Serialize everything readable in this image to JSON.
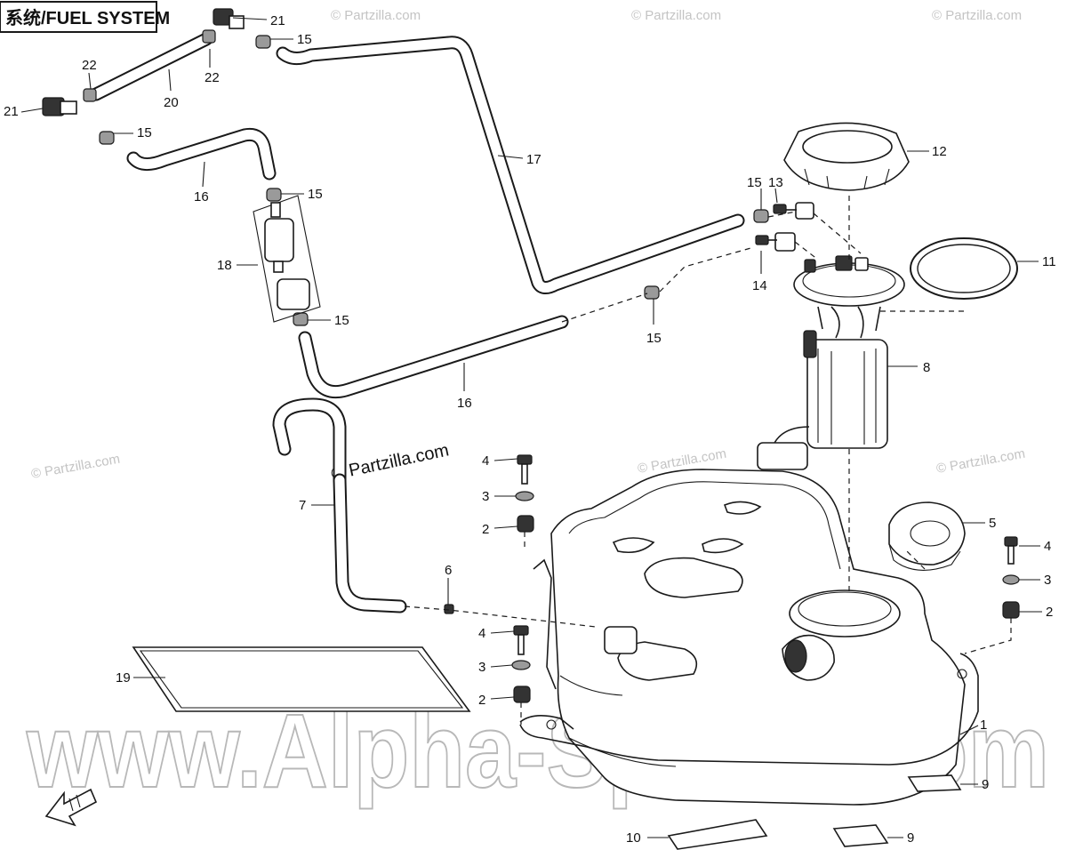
{
  "header": {
    "title": "系统/FUEL SYSTEM"
  },
  "watermarks": {
    "partzilla": "© Partzilla.com",
    "partzilla_center": "© Partzilla.com",
    "alpha_sports": "www.Alpha-Sports.com"
  },
  "callouts": [
    {
      "id": "c21a",
      "label": "21"
    },
    {
      "id": "c15a",
      "label": "15"
    },
    {
      "id": "c22a",
      "label": "22"
    },
    {
      "id": "c22b",
      "label": "22"
    },
    {
      "id": "c20",
      "label": "20"
    },
    {
      "id": "c21b",
      "label": "21"
    },
    {
      "id": "c15b",
      "label": "15"
    },
    {
      "id": "c16a",
      "label": "16"
    },
    {
      "id": "c15c",
      "label": "15"
    },
    {
      "id": "c18",
      "label": "18"
    },
    {
      "id": "c15d",
      "label": "15"
    },
    {
      "id": "c17",
      "label": "17"
    },
    {
      "id": "c12",
      "label": "12"
    },
    {
      "id": "c15e",
      "label": "15"
    },
    {
      "id": "c13",
      "label": "13"
    },
    {
      "id": "c14",
      "label": "14"
    },
    {
      "id": "c11",
      "label": "11"
    },
    {
      "id": "c15f",
      "label": "15"
    },
    {
      "id": "c16b",
      "label": "16"
    },
    {
      "id": "c8",
      "label": "8"
    },
    {
      "id": "c7",
      "label": "7"
    },
    {
      "id": "c4a",
      "label": "4"
    },
    {
      "id": "c3a",
      "label": "3"
    },
    {
      "id": "c2a",
      "label": "2"
    },
    {
      "id": "c6",
      "label": "6"
    },
    {
      "id": "c5",
      "label": "5"
    },
    {
      "id": "c4b",
      "label": "4"
    },
    {
      "id": "c3b",
      "label": "3"
    },
    {
      "id": "c2b",
      "label": "2"
    },
    {
      "id": "c4c",
      "label": "4"
    },
    {
      "id": "c3c",
      "label": "3"
    },
    {
      "id": "c2c",
      "label": "2"
    },
    {
      "id": "c19",
      "label": "19"
    },
    {
      "id": "c1",
      "label": "1"
    },
    {
      "id": "c9a",
      "label": "9"
    },
    {
      "id": "c10",
      "label": "10"
    },
    {
      "id": "c9b",
      "label": "9"
    }
  ]
}
